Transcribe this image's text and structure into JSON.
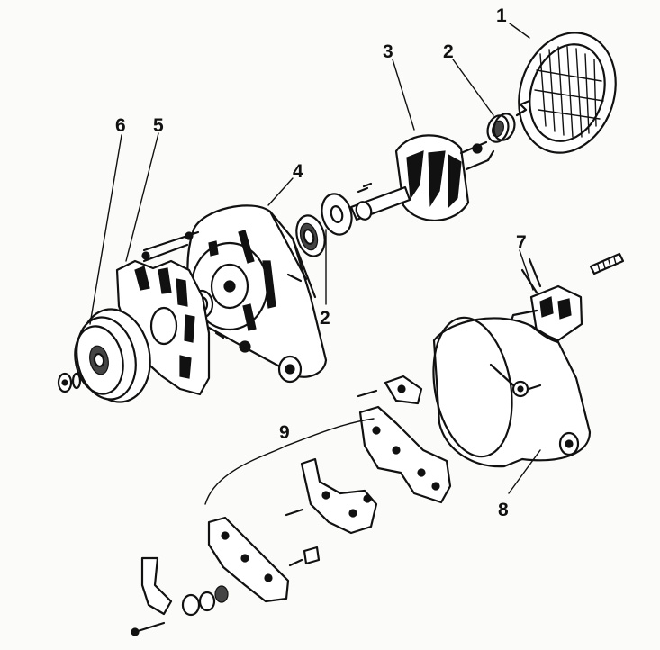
{
  "diagram": {
    "callouts": [
      "1",
      "2",
      "3",
      "4",
      "5",
      "6",
      "7",
      "8",
      "9",
      "2"
    ]
  }
}
